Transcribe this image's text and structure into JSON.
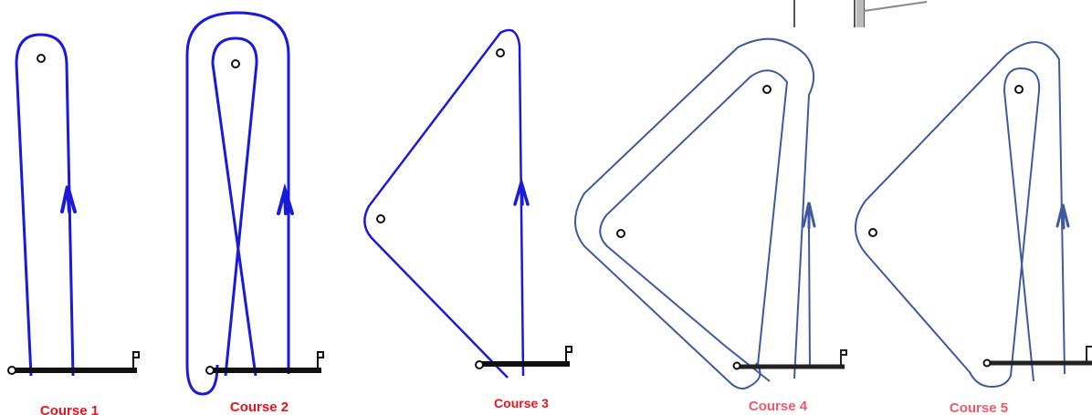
{
  "diagram": {
    "colors": {
      "route_bright": "#1a1adb",
      "route_muted": "#3f5a9e",
      "line": "#111111",
      "label_red": "#e8141e",
      "label_pink": "#f05a6a"
    },
    "courses": [
      {
        "label": "Course 1",
        "color": "route_bright",
        "label_color": "label_red"
      },
      {
        "label": "Course 2",
        "color": "route_bright",
        "label_color": "label_red"
      },
      {
        "label": "Course 3",
        "color": "route_bright",
        "label_color": "label_red"
      },
      {
        "label": "Course 4",
        "color": "route_muted",
        "label_color": "label_pink"
      },
      {
        "label": "Course 5",
        "color": "route_muted",
        "label_color": "label_pink"
      }
    ]
  }
}
